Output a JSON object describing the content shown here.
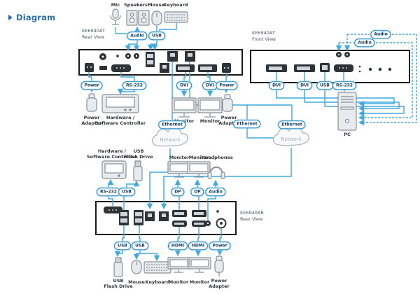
{
  "title": "Diagram",
  "colors": {
    "accent_blue": "#3FA9E0",
    "pill_border": "#1D87C9",
    "pill_text": "#0F3D63",
    "title_blue": "#2A6FAD",
    "device_border": "#1A1A1A",
    "icon_gray": "#878F97",
    "label_dark": "#2F363D",
    "cloud_gray": "#A7AEB6"
  },
  "peripherals_top": {
    "mic": "Mic",
    "speakers": "Speakers",
    "mouse": "Mouse",
    "keyboard": "Keyboard"
  },
  "devices": {
    "tx_rear": {
      "model": "KE6940AT",
      "view": "Rear View"
    },
    "tx_front": {
      "model": "KE6940AT",
      "view": "Front View"
    },
    "rx_rear": {
      "model": "KE6940AR",
      "view": "Rear View"
    }
  },
  "pills": {
    "audio_top": "Audio",
    "usb_top": "USB",
    "tx_power_left": "Power",
    "tx_rs232": "RS-232",
    "tx_dvi1": "DVI",
    "tx_dvi2": "DVI",
    "tx_power_right": "Power",
    "ethernet_1": "Ethernet",
    "ethernet_2": "Ethernet",
    "ethernet_3": "Ethernet",
    "front_dvi1": "DVI",
    "front_dvi2": "DVI",
    "front_usb": "USB",
    "front_rs232": "RS-232",
    "front_audio_1": "Audio",
    "front_audio_2": "Audio",
    "rx_rs232": "RS-232",
    "rx_usb_top": "USB",
    "rx_dp1": "DP",
    "rx_dp2": "DP",
    "rx_audio": "Audio",
    "rx_usb_b1": "USB",
    "rx_usb_b2": "USB",
    "rx_hdmi1": "HDMI",
    "rx_hdmi2": "HDMI",
    "rx_power": "Power"
  },
  "labels": {
    "tx_power_adapter": "Power\nAdapter",
    "tx_controller": "Hardware /\nSoftware Controller",
    "tx_monitor1": "Monitor",
    "tx_monitor2": "Monitor",
    "tx_power_adapter2": "Power\nAdapter",
    "network1": "Network",
    "network2": "Network",
    "pc": "PC",
    "rx_controller": "Hardware /\nSoftware Controller",
    "rx_flash_top": "USB\nFlash Drive",
    "rx_monitor1": "Monitor",
    "rx_monitor2": "Monitor",
    "rx_headphones": "Headphones",
    "rx_flash_bottom": "USB\nFlash Drive",
    "rx_mouse": "Mouse",
    "rx_keyboard": "Keyboard",
    "rx_monitor3": "Monitor",
    "rx_monitor4": "Monitor",
    "rx_power_adapter": "Power\nAdapter"
  }
}
